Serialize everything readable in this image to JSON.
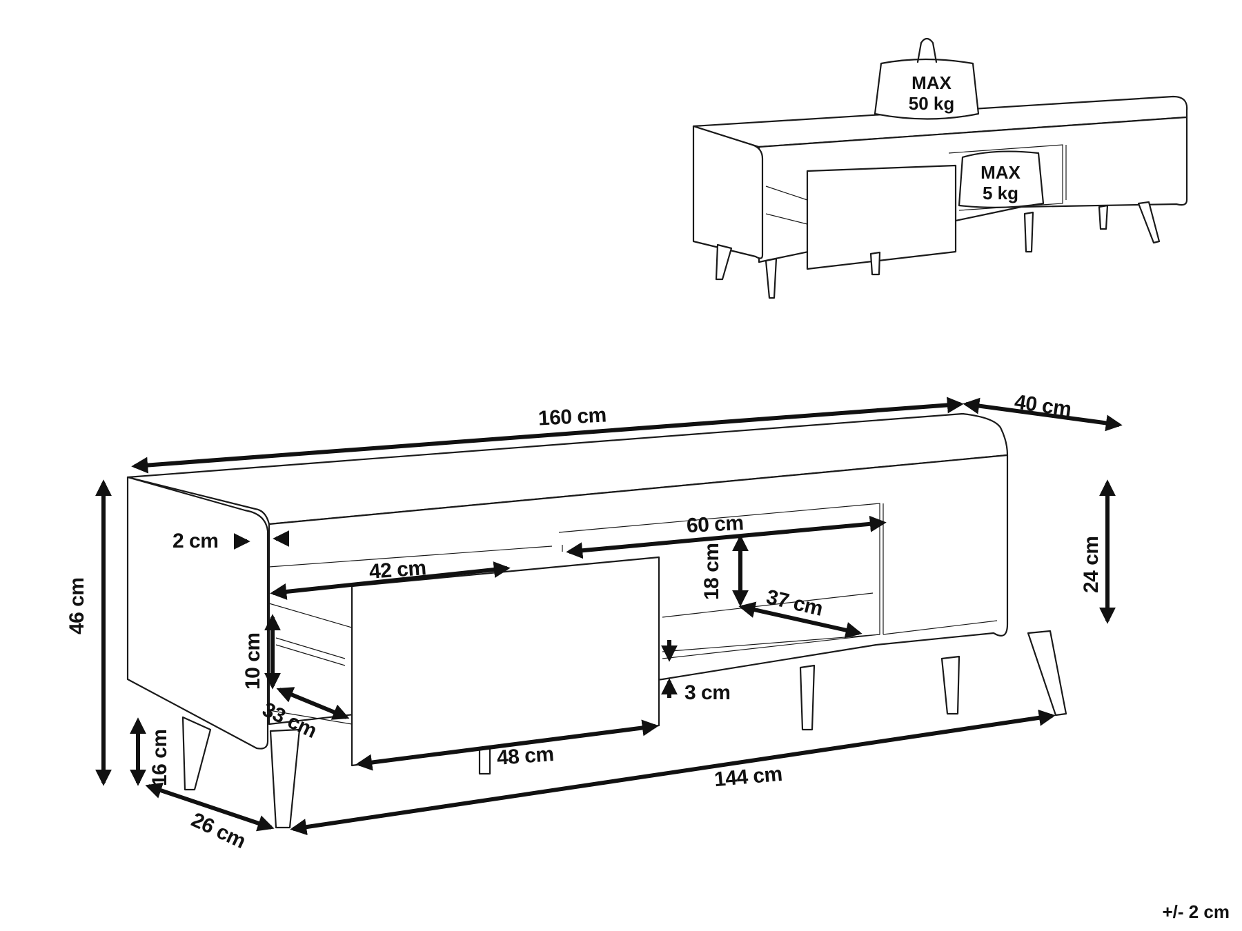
{
  "diagram": {
    "subject": "TV stand dimension drawing",
    "perspective_view": {
      "top_load": {
        "line1": "MAX",
        "line2": "50 kg"
      },
      "drawer_load": {
        "line1": "MAX",
        "line2": "5 kg"
      }
    },
    "dimensions": {
      "overall_width": "160 cm",
      "depth": "40 cm",
      "overall_height": "46 cm",
      "side_panel_thickness": "2 cm",
      "drawer_inner_width": "42 cm",
      "open_shelf_width": "60 cm",
      "open_shelf_height": "18 cm",
      "open_shelf_depth": "37 cm",
      "cabinet_door_height": "24 cm",
      "drawer_height": "10 cm",
      "drawer_depth": "33 cm",
      "drawer_front_width": "48 cm",
      "bottom_panel_thickness": "3 cm",
      "leg_height": "16 cm",
      "leg_span_depth": "26 cm",
      "leg_span_width": "144 cm"
    },
    "tolerance": "+/- 2 cm"
  }
}
